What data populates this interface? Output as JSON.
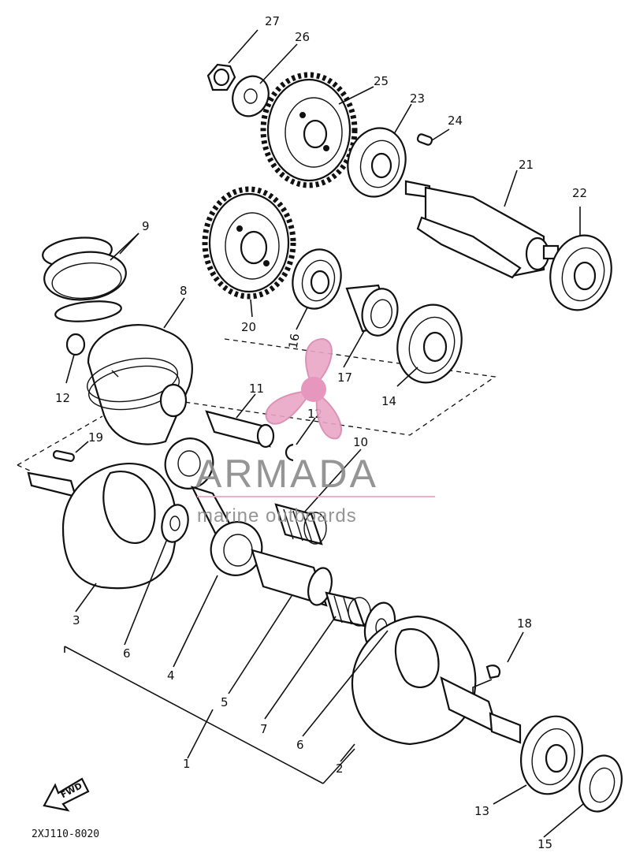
{
  "callouts": [
    {
      "id": "c27",
      "label": "27"
    },
    {
      "id": "c26",
      "label": "26"
    },
    {
      "id": "c25",
      "label": "25"
    },
    {
      "id": "c23",
      "label": "23"
    },
    {
      "id": "c24",
      "label": "24"
    },
    {
      "id": "c21",
      "label": "21"
    },
    {
      "id": "c22",
      "label": "22"
    },
    {
      "id": "c9",
      "label": "9"
    },
    {
      "id": "c8",
      "label": "8"
    },
    {
      "id": "c20",
      "label": "20"
    },
    {
      "id": "c16",
      "label": "16"
    },
    {
      "id": "c17",
      "label": "17"
    },
    {
      "id": "c14",
      "label": "14"
    },
    {
      "id": "c12a",
      "label": "12"
    },
    {
      "id": "c11",
      "label": "11"
    },
    {
      "id": "c12b",
      "label": "12"
    },
    {
      "id": "c10",
      "label": "10"
    },
    {
      "id": "c19",
      "label": "19"
    },
    {
      "id": "c3",
      "label": "3"
    },
    {
      "id": "c6a",
      "label": "6"
    },
    {
      "id": "c4",
      "label": "4"
    },
    {
      "id": "c5",
      "label": "5"
    },
    {
      "id": "c7",
      "label": "7"
    },
    {
      "id": "c6b",
      "label": "6"
    },
    {
      "id": "c1",
      "label": "1"
    },
    {
      "id": "c2",
      "label": "2"
    },
    {
      "id": "c18",
      "label": "18"
    },
    {
      "id": "c13",
      "label": "13"
    },
    {
      "id": "c15",
      "label": "15"
    }
  ],
  "fwd_label": "FWD",
  "diagram_code": "2XJ110-8020",
  "watermark": {
    "brand": "ARMADA",
    "tagline": "marine outboards",
    "brand_color": "#8a8a8a",
    "accent_color": "#e9a6c6"
  }
}
